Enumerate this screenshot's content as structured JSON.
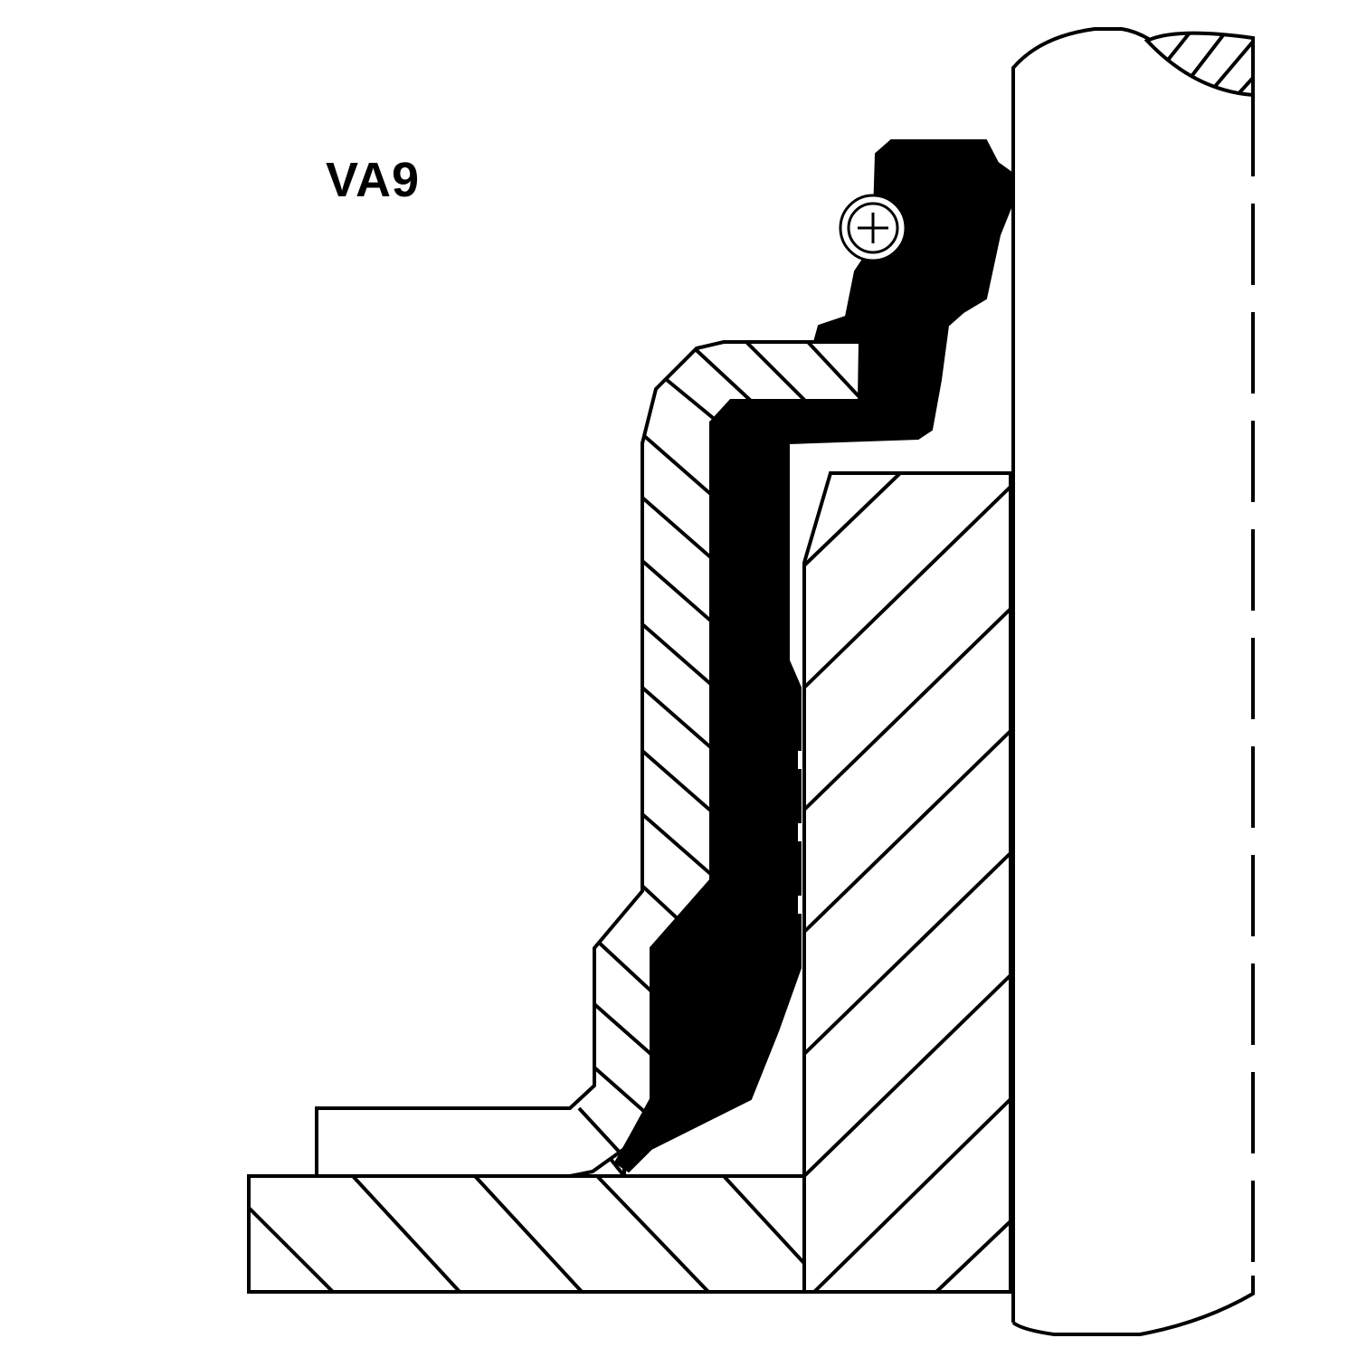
{
  "diagram": {
    "title": "VA9",
    "type": "valve stem seal cross-section",
    "colors": {
      "background": "#ffffff",
      "line": "#000000",
      "seal_fill": "#000000"
    },
    "components": [
      {
        "id": "valve-stem",
        "description": "Valve stem with dashed centerline"
      },
      {
        "id": "valve-guide",
        "description": "Hatched valve guide"
      },
      {
        "id": "seal-body",
        "description": "Black elastomer seal lip"
      },
      {
        "id": "metal-casing",
        "description": "Hatched metal insert / casing"
      },
      {
        "id": "spring-seat",
        "description": "Hatched spring seat washer"
      },
      {
        "id": "cylinder-head",
        "description": "Hatched cylinder head base"
      },
      {
        "id": "garter-spring",
        "description": "Circular garter spring symbol"
      }
    ]
  }
}
